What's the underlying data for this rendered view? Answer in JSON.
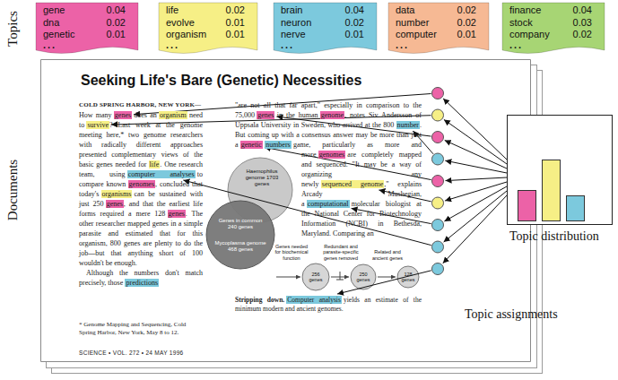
{
  "diagram": {
    "nodes": [
      {
        "text": [
          "gene",
          "0.04",
          "dna",
          "0.02",
          "genetic",
          "0.01",
          "..."
        ]
      },
      {
        "text": [
          "life",
          "0.02",
          "evolve",
          "0.01",
          "organism",
          "0.01",
          "..."
        ]
      },
      {
        "text": [
          "brain",
          "0.04",
          "neuron",
          "0.02",
          "nerve",
          "0.01",
          "..."
        ]
      },
      {
        "text": [
          "data",
          "0.02",
          "number",
          "0.02",
          "computer",
          "0.01",
          "..."
        ]
      },
      {
        "text": [
          "finance",
          "0.04",
          "stock",
          "0.03",
          "company",
          "0.02",
          "..."
        ]
      },
      {
        "text": [
          "Seeking Life's Bare (Genetic) Necessities"
        ]
      }
    ],
    "labels": [
      "Topics",
      "Documents",
      "COLD SPRING HARBOR, NEW YORK—",
      "How many",
      "genes",
      "does an",
      "organism",
      "need to",
      "survive",
      "? Last week at the genome meeting here,* two genome researchers with radically different approaches presented complementary views of the basic genes needed for",
      "life",
      ". One research team, using",
      "computer analyses",
      "to compare known",
      "genomes",
      ", concluded that today's",
      "organisms",
      "can be sustained with just 250",
      "genes",
      ", and that the earliest life forms required a mere 128",
      "genes",
      ". The other researcher mapped genes in a simple parasite and estimated that for this organism, 800 genes are plenty to do the job—but that anything short of 100 wouldn't be enough.",
      "Although the numbers don't match precisely, those",
      "predictions",
      "\"are not all that far apart,\" especially in comparison to the 75,000",
      "genes",
      "in the human",
      "genome",
      ", notes Siv Andersson of Uppsala University in Sweden, who arrived at the 800",
      "number",
      ". But coming up with a consensus answer may be more than just a",
      "genetic",
      "numbers",
      "game, particularly as more and more",
      "genomes",
      "are completely mapped and sequenced. \"It may be a way of organizing any newly",
      "sequenced genome",
      ",\" explains Arcady Mushegian, a",
      "computational",
      "molecular biologist at the National Center for Biotechnology Information (NCBI) in Bethesda, Maryland. Comparing an",
      "Haemophilus genome 1703 genes",
      "Genes in common 240 genes",
      "Mycoplasma genome 468 genes",
      "Genes needed for biochemical function",
      "256 genes",
      "Redundant and parasite-specific genes removed",
      "250 genes",
      "Related and ancient genes",
      "128 genes",
      "Stripping down.",
      "Computer analysis",
      "yields an estimate of the minimum modern and ancient genomes.",
      "* Genome Mapping and Sequencing, Cold Spring Harbor, New York, May 8 to 12.",
      "SCIENCE • VOL. 272 • 24 MAY 1996",
      "Topic distribution",
      "Topic assignments"
    ]
  }
}
